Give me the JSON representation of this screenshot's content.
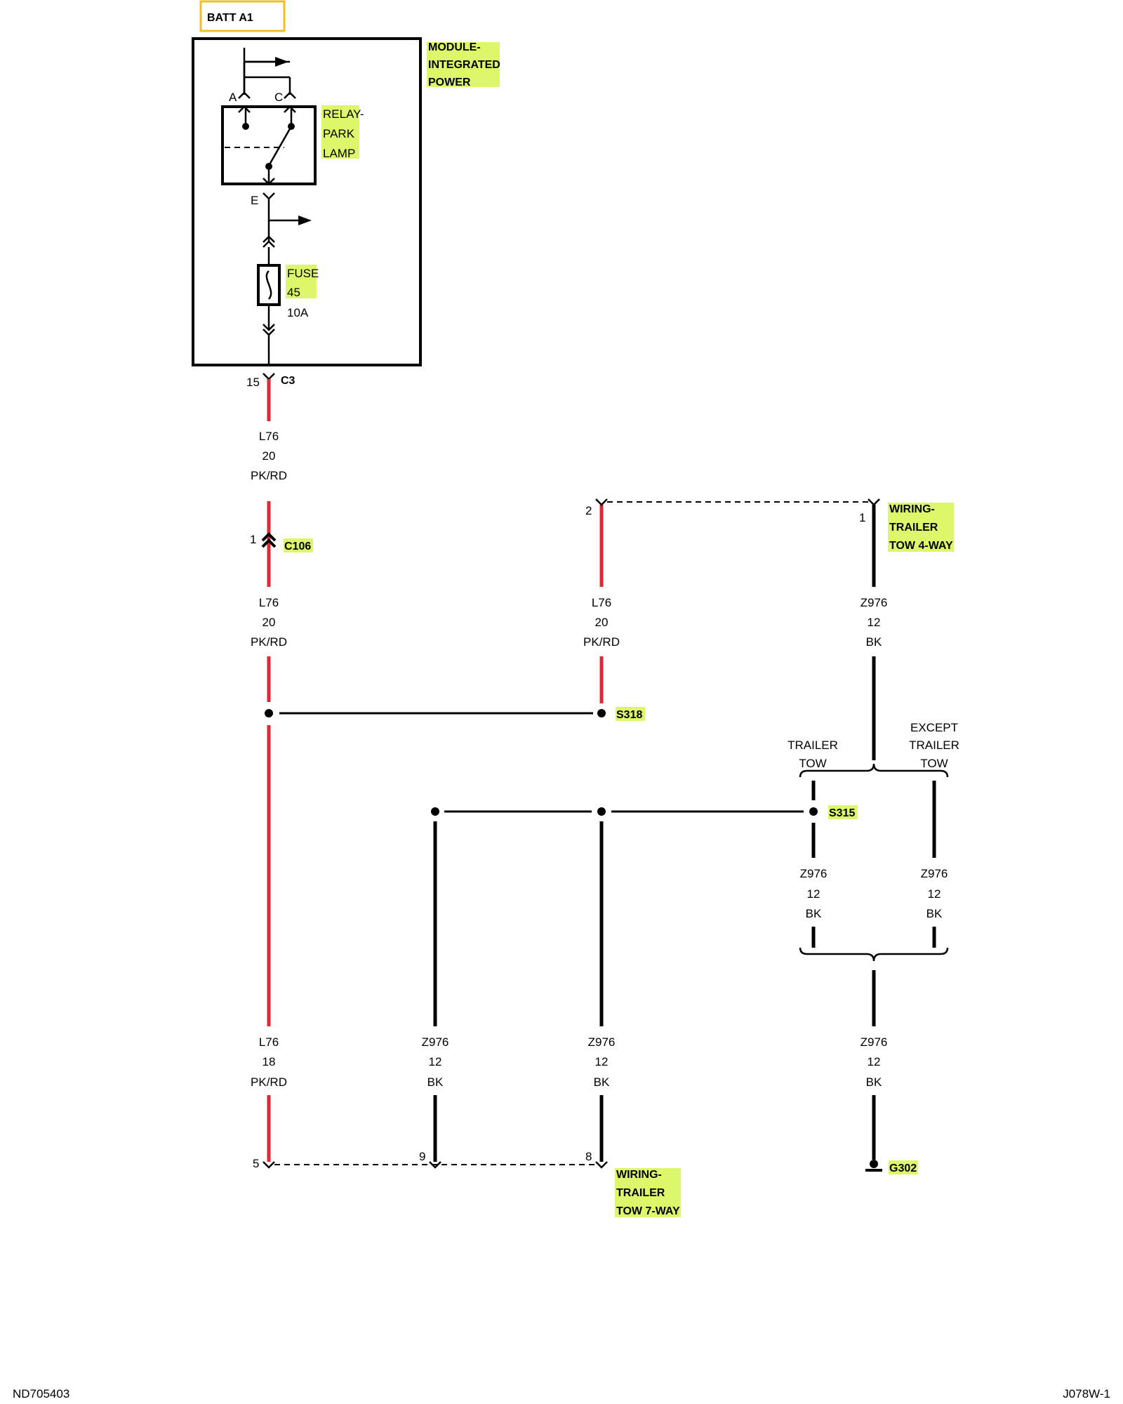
{
  "batt_label": "BATT A1",
  "module": {
    "name_line1": "MODULE-",
    "name_line2": "INTEGRATED",
    "name_line3": "POWER"
  },
  "relay": {
    "line1": "RELAY-",
    "line2": "PARK",
    "line3": "LAMP",
    "pin_a": "A",
    "pin_c": "C",
    "pin_e": "E"
  },
  "fuse": {
    "line1": "FUSE",
    "line2": "45",
    "rating": "10A"
  },
  "connector_c3": {
    "pin": "15",
    "name": "C3"
  },
  "connector_c106": {
    "pin": "1",
    "name": "C106"
  },
  "wires": {
    "w1": {
      "circuit": "L76",
      "gauge": "20",
      "color": "PK/RD"
    },
    "w2": {
      "circuit": "L76",
      "gauge": "20",
      "color": "PK/RD"
    },
    "w3": {
      "circuit": "L76",
      "gauge": "20",
      "color": "PK/RD"
    },
    "w4": {
      "circuit": "Z976",
      "gauge": "12",
      "color": "BK"
    },
    "w5": {
      "circuit": "Z976",
      "gauge": "12",
      "color": "BK"
    },
    "w6": {
      "circuit": "Z976",
      "gauge": "12",
      "color": "BK"
    },
    "w7": {
      "circuit": "L76",
      "gauge": "18",
      "color": "PK/RD"
    },
    "w8": {
      "circuit": "Z976",
      "gauge": "12",
      "color": "BK"
    },
    "w9": {
      "circuit": "Z976",
      "gauge": "12",
      "color": "BK"
    },
    "w10": {
      "circuit": "Z976",
      "gauge": "12",
      "color": "BK"
    }
  },
  "splices": {
    "s318": "S318",
    "s315": "S315"
  },
  "trailer_4way": {
    "line1": "WIRING-",
    "line2": "TRAILER",
    "line3": "TOW 4-WAY",
    "pin_left": "2",
    "pin_right": "1"
  },
  "trailer_7way": {
    "line1": "WIRING-",
    "line2": "TRAILER",
    "line3": "TOW 7-WAY",
    "pin_5": "5",
    "pin_9": "9",
    "pin_8": "8"
  },
  "options": {
    "trailer_tow_1": "TRAILER",
    "trailer_tow_2": "TOW",
    "except_1": "EXCEPT",
    "except_2": "TRAILER",
    "except_3": "TOW"
  },
  "ground": "G302",
  "footer": {
    "left": "ND705403",
    "right": "J078W-1"
  },
  "colors": {
    "highlight": "#dcf86a",
    "wire_pk_rd": "#e02a33",
    "batt_border": "#f0c020"
  }
}
